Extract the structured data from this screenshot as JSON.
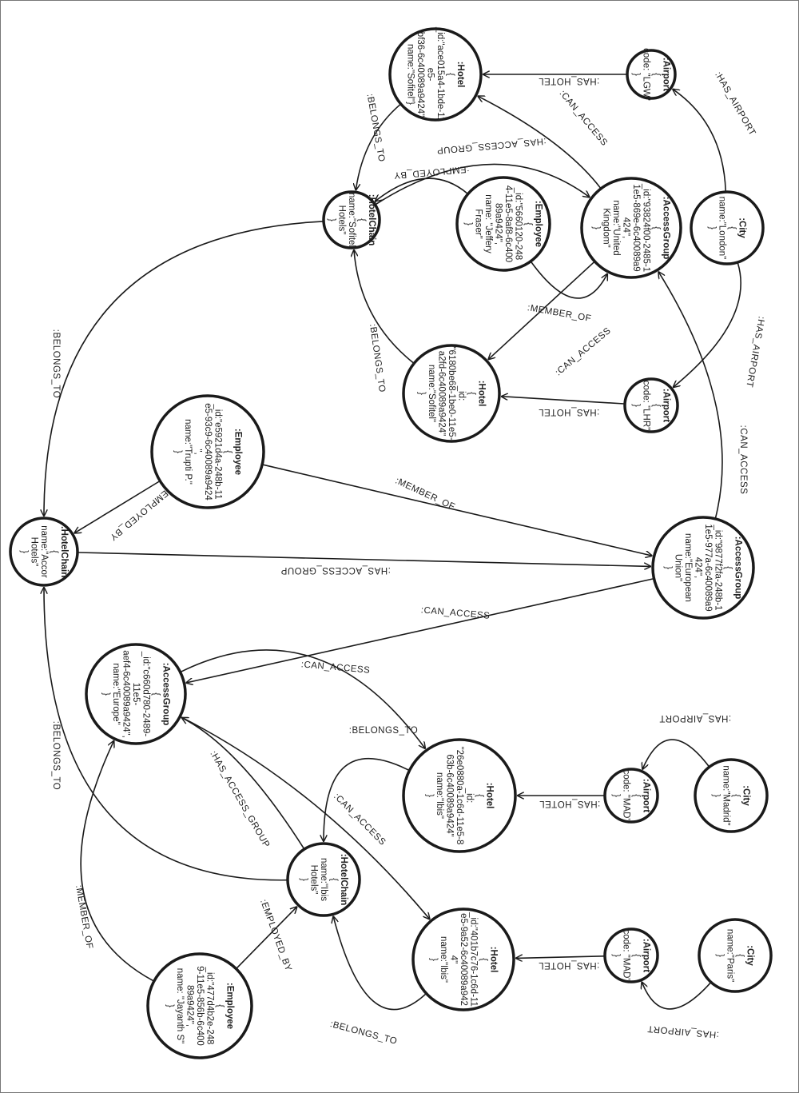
{
  "nodes": {
    "hotel_sofitel_lgw": {
      "label": ":Hotel",
      "lines": [
        "{",
        "_id:\"ace015a4-1bde-11",
        "e5-",
        "bf36-6c40089a9424\"",
        "name:\"Sofitel\"}"
      ]
    },
    "airport_lgw": {
      "label": ":Airport",
      "lines": [
        "{",
        "code: \"LGW\"",
        "}"
      ]
    },
    "hotelchain_sofitel": {
      "label": ":HotelChain",
      "lines": [
        "{",
        "name:\"Sofitel",
        "Hotels\"",
        "}"
      ]
    },
    "employee_jeffery": {
      "label": ":Employee",
      "lines": [
        "{",
        "_id:\"5660120-248",
        "4-11e5-8af8-6c400",
        "89a9424\",",
        "name: \"Jeffery",
        "Fraser\"",
        "}"
      ]
    },
    "accessgroup_uk": {
      "label": ":AccessGroup",
      "lines": [
        "{",
        "_id:\"93824f00-2485-1",
        "1e5-869e-6c40089a9",
        "424\",",
        "name:\"United",
        "Kingdom\"",
        "}"
      ]
    },
    "city_london": {
      "label": ":City",
      "lines": [
        "{",
        "name:\"London\"",
        "}"
      ]
    },
    "hotel_sofitel_lhr": {
      "label": ":Hotel",
      "lines": [
        "{",
        "_id:",
        "\"6180be68-1be0-11e5-",
        "a2fd-6c40089a9424\"",
        "name:\"Sofitel\"",
        "}"
      ]
    },
    "airport_lhr": {
      "label": ":Airport",
      "lines": [
        "{",
        "code: \"LHR\"",
        "}"
      ]
    },
    "employee_trupti": {
      "label": ":Employee",
      "lines": [
        "{",
        "_id:\"e5921d4a-248b-11",
        "e5-93c9-6c40089a9424",
        "\",",
        "name:\"Trupti P.\"",
        "}"
      ]
    },
    "hotelchain_accor": {
      "label": ":HotelChain",
      "lines": [
        "{",
        "name:\"Accor",
        "Hotels\"",
        "}"
      ]
    },
    "accessgroup_eu": {
      "label": ":AccessGroup",
      "lines": [
        "{",
        "_id:\"9877f2fa-248b-1",
        "1e5-977a-6c40089a9",
        "424\",",
        "name:\"European",
        "Union\"",
        "}"
      ]
    },
    "accessgroup_europe": {
      "label": ":AccessGroup",
      "lines": [
        "{",
        "_id:\"c660d780-2489-",
        "11e5-",
        "aef4-6c40089a9424\",",
        "name:\"Europe\"",
        "}"
      ]
    },
    "hotel_ibis_mad": {
      "label": ":Hotel",
      "lines": [
        "{",
        "_id:",
        "\"26e0880a-1c6d-11e5-8",
        "63b-6c40089a9424\"",
        "name:\"Ibis\"",
        "}"
      ]
    },
    "airport_mad": {
      "label": ":Airport",
      "lines": [
        "{",
        "code: \"MAD\"",
        "}"
      ]
    },
    "city_madrid": {
      "label": ":City",
      "lines": [
        "{",
        "name:\"Madrid\"",
        "}"
      ]
    },
    "hotelchain_ibis": {
      "label": ":HotelChain",
      "lines": [
        "{",
        "name:\"Ibis",
        "Hotels\"",
        "}"
      ]
    },
    "hotel_ibis_paris": {
      "label": ":Hotel",
      "lines": [
        "{",
        "_id:\"401b7c76-1c6d-11",
        "e5-9a52-6c40089a942",
        "4\"",
        "name:\"Ibis\"",
        "}"
      ]
    },
    "airport_paris": {
      "label": ":Airport",
      "lines": [
        "{",
        "code: \"MAD\"",
        "}"
      ]
    },
    "city_paris": {
      "label": ":City",
      "lines": [
        "{",
        "name:\"Paris\"",
        "}"
      ]
    },
    "employee_jayanth": {
      "label": ":Employee",
      "lines": [
        "{",
        "_id:\"477d4b2e-248",
        "9-11e5-856b-6c400",
        "89a9424\",",
        "name: \"Jayanth S\"",
        "}"
      ]
    }
  },
  "edges": [
    {
      "id": "e1",
      "from": "airport_lgw",
      "to": "hotel_sofitel_lgw",
      "label": ":HAS_HOTEL"
    },
    {
      "id": "e2",
      "from": "city_london",
      "to": "airport_lgw",
      "label": ":HAS_AIRPORT"
    },
    {
      "id": "e3",
      "from": "hotel_sofitel_lgw",
      "to": "hotelchain_sofitel",
      "label": ":BELONGS_TO"
    },
    {
      "id": "e4",
      "from": "accessgroup_uk",
      "to": "hotel_sofitel_lgw",
      "label": ":CAN_ACCESS"
    },
    {
      "id": "e5",
      "from": "hotelchain_sofitel",
      "to": "accessgroup_uk",
      "label": ":HAS_ACCESS_GROUP"
    },
    {
      "id": "e6",
      "from": "employee_jeffery",
      "to": "hotelchain_sofitel",
      "label": ":EMPLOYED_BY"
    },
    {
      "id": "e7",
      "from": "employee_jeffery",
      "to": "accessgroup_uk",
      "label": ":MEMBER_OF"
    },
    {
      "id": "e8",
      "from": "city_london",
      "to": "airport_lhr",
      "label": ":HAS_AIRPORT"
    },
    {
      "id": "e9",
      "from": "airport_lhr",
      "to": "hotel_sofitel_lhr",
      "label": ":HAS_HOTEL"
    },
    {
      "id": "e10",
      "from": "accessgroup_uk",
      "to": "hotel_sofitel_lhr",
      "label": ":CAN_ACCESS"
    },
    {
      "id": "e11",
      "from": "hotel_sofitel_lhr",
      "to": "hotelchain_sofitel",
      "label": ":BELONGS_TO"
    },
    {
      "id": "e12",
      "from": "accessgroup_eu",
      "to": "accessgroup_uk",
      "label": ":CAN_ACCESS"
    },
    {
      "id": "e13",
      "from": "hotelchain_sofitel",
      "to": "hotelchain_accor",
      "label": ":BELONGS_TO"
    },
    {
      "id": "e14",
      "from": "employee_trupti",
      "to": "hotelchain_accor",
      "label": ":EMPLOYED_BY"
    },
    {
      "id": "e15",
      "from": "employee_trupti",
      "to": "accessgroup_eu",
      "label": ":MEMBER_OF"
    },
    {
      "id": "e16",
      "from": "hotelchain_accor",
      "to": "accessgroup_eu",
      "label": ":HAS_ACCESS_GROUP"
    },
    {
      "id": "e17",
      "from": "accessgroup_eu",
      "to": "accessgroup_europe",
      "label": ":CAN_ACCESS"
    },
    {
      "id": "e18",
      "from": "hotelchain_ibis",
      "to": "hotelchain_accor",
      "label": ":BELONGS_TO"
    },
    {
      "id": "e19",
      "from": "accessgroup_europe",
      "to": "hotel_ibis_mad",
      "label": ":CAN_ACCESS"
    },
    {
      "id": "e20",
      "from": "accessgroup_europe",
      "to": "hotel_ibis_paris",
      "label": ":CAN_ACCESS"
    },
    {
      "id": "e21",
      "from": "hotelchain_ibis",
      "to": "accessgroup_europe",
      "label": ":HAS_ACCESS_GROUP"
    },
    {
      "id": "e22",
      "from": "employee_jayanth",
      "to": "accessgroup_europe",
      "label": ":MEMBER_OF"
    },
    {
      "id": "e23",
      "from": "employee_jayanth",
      "to": "hotelchain_ibis",
      "label": ":EMPLOYED_BY"
    },
    {
      "id": "e24",
      "from": "hotel_ibis_mad",
      "to": "hotelchain_ibis",
      "label": ":BELONGS_TO"
    },
    {
      "id": "e25",
      "from": "airport_mad",
      "to": "hotel_ibis_mad",
      "label": ":HAS_HOTEL"
    },
    {
      "id": "e26",
      "from": "city_madrid",
      "to": "airport_mad",
      "label": ":HAS_AIRPORT"
    },
    {
      "id": "e27",
      "from": "hotel_ibis_paris",
      "to": "hotelchain_ibis",
      "label": ":BELONGS_TO"
    },
    {
      "id": "e28",
      "from": "airport_paris",
      "to": "hotel_ibis_paris",
      "label": ":HAS_HOTEL"
    },
    {
      "id": "e29",
      "from": "city_paris",
      "to": "airport_paris",
      "label": ":HAS_AIRPORT"
    }
  ]
}
